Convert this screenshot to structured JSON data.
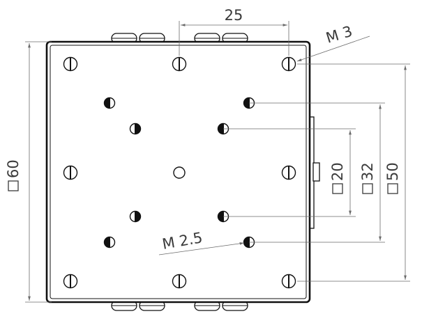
{
  "dimensions": {
    "pitch_top": "25",
    "thread_large": "M 3",
    "thread_small": "M 2.5",
    "square_outer": "60",
    "square_inner": "20",
    "square_mid": "32",
    "square_large": "50"
  },
  "icons": {
    "square_symbol": "square-dimension-icon"
  },
  "colors": {
    "outline": "#111111",
    "dimension": "#6a6a6a",
    "text": "#3a3a3a"
  }
}
